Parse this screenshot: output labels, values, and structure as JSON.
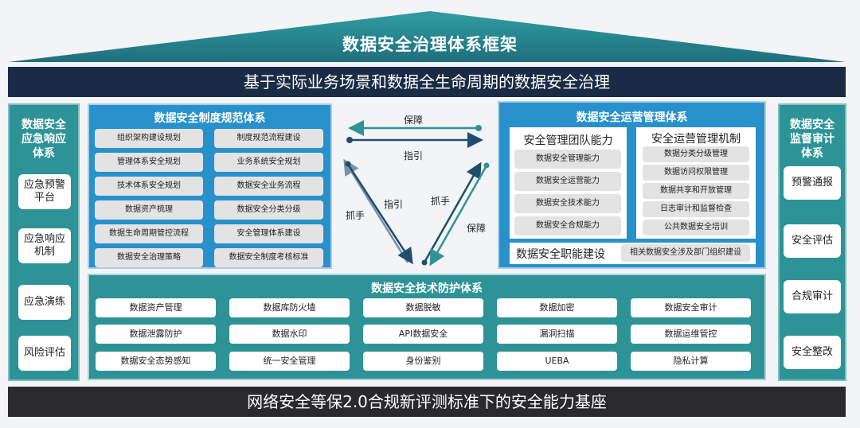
{
  "roof_title": "数据安全治理体系框架",
  "top_banner": "基于实际业务场景和数据全生命周期的数据安全治理",
  "bottom_banner": "网络安全等保2.0合规新评测标准下的安全能力基座",
  "left_panel": {
    "title_lines": [
      "数据安全",
      "应急响应",
      "体系"
    ],
    "items": [
      "应急预警平台",
      "应急响应机制",
      "应急演练",
      "风险评估"
    ],
    "item_lines": [
      [
        "应急预警",
        "平台"
      ],
      [
        "应急响应",
        "机制"
      ],
      [
        "应急演练"
      ],
      [
        "风险评估"
      ]
    ]
  },
  "right_panel": {
    "title_lines": [
      "数据安全",
      "监督审计",
      "体系"
    ],
    "items": [
      "预警通报",
      "安全评估",
      "合规审计",
      "安全整改"
    ]
  },
  "policy_system": {
    "title": "数据安全制度规范体系",
    "left_items": [
      "组织架构建设规划",
      "管理体系安全规划",
      "技术体系安全规划",
      "数据资产梳理",
      "数据生命周期管控流程",
      "数据安全治理策略"
    ],
    "right_items": [
      "制度规范流程建设",
      "业务系统安全规划",
      "数据安全业务流程",
      "数据安全分类分级",
      "安全管理体系建设",
      "数据安全制度考核标准"
    ]
  },
  "ops_system": {
    "title": "数据安全运营管理体系",
    "team": {
      "title": "安全管理团队能力",
      "items": [
        "数据安全管理能力",
        "数据安全运营能力",
        "数据安全技术能力",
        "数据安全合规能力"
      ]
    },
    "mechanism": {
      "title": "安全运营管理机制",
      "items": [
        "数据分类分级管理",
        "数据访问权限管理",
        "数据共享和开放管理",
        "日志审计和监督检查",
        "公共数据安全培训"
      ]
    },
    "duty": {
      "title": "数据安全职能建设",
      "item": "相关数据安全涉及部门组织建设"
    }
  },
  "arrows": {
    "top_upper": "保障",
    "top_lower": "指引",
    "left_outer": "抓手",
    "left_inner": "指引",
    "right_inner": "抓手",
    "right_outer": "保障"
  },
  "tech_system": {
    "title": "数据安全技术防护体系",
    "rows": [
      [
        "数据资产管理",
        "数据库防火墙",
        "数据脱敏",
        "数据加密",
        "数据安全审计"
      ],
      [
        "数据泄露防护",
        "数据水印",
        "API数据安全",
        "漏洞扫描",
        "数据运维管控"
      ],
      [
        "数据安全态势感知",
        "统一安全管理",
        "身份鉴别",
        "UEBA",
        "隐私计算"
      ]
    ]
  },
  "colors": {
    "roof": "#2d8f95",
    "navy": "#192b45",
    "teal": "#2d9397",
    "blue": "#2891cc",
    "dark": "#2a2a2d"
  }
}
